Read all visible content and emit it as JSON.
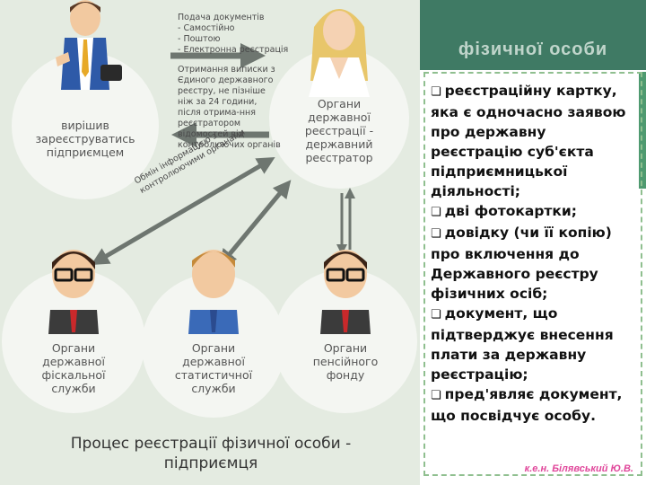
{
  "infographic": {
    "circle_person_label": "вирішив\nзареєструватись\nпідприємцем",
    "circle_registrar_label": "Органи\nдержавної\nреєстрації -\nдержавний\nреєстратор",
    "circle_fiscal_label": "Органи\nдержавної\nфіскальної\nслужби",
    "circle_stats_label": "Органи\nдержавної\nстатистичної\nслужби",
    "circle_pension_label": "Органи\nпенсійного\nфонду",
    "step_submit": "Подача документів\n- Самостійно\n- Поштою\n- Електронна реєстрація",
    "step_extract": "Отримання виписки з\nЄдиного державного\nреєстру, не пізніше\nніж за 24 години,\nпісля отрима-ння\nреєстратором\nвідомостей від\nконтролюючих органів",
    "step_exchange": "Обмін інформацією з\nконтролюючими органами",
    "title": "Процес реєстрації фізичної особи -\nпідприємця"
  },
  "panel": {
    "header": "фізичної особи",
    "documents": [
      "реєстраційну картку, яка є одночасно заявою про державну реєстрацію суб'єкта підприємницької діяльності;",
      "дві фотокартки;",
      "довідку (чи її копію) про включення до Державного реєстру фізичних осіб;",
      "документ, що підтверджує внесення плати за державну реєстрацію;",
      "пред'являє документ, що посвідчує особу."
    ],
    "author": "к.е.н. Білявський Ю.В."
  },
  "colors": {
    "panel_header": "#3f7a64",
    "infographic_bg": "#e4ebe1",
    "circle_fill": "#f4f6f2",
    "arrow": "#6e7670",
    "dash_border": "#8fbf8f",
    "author_text": "#e0469a"
  }
}
